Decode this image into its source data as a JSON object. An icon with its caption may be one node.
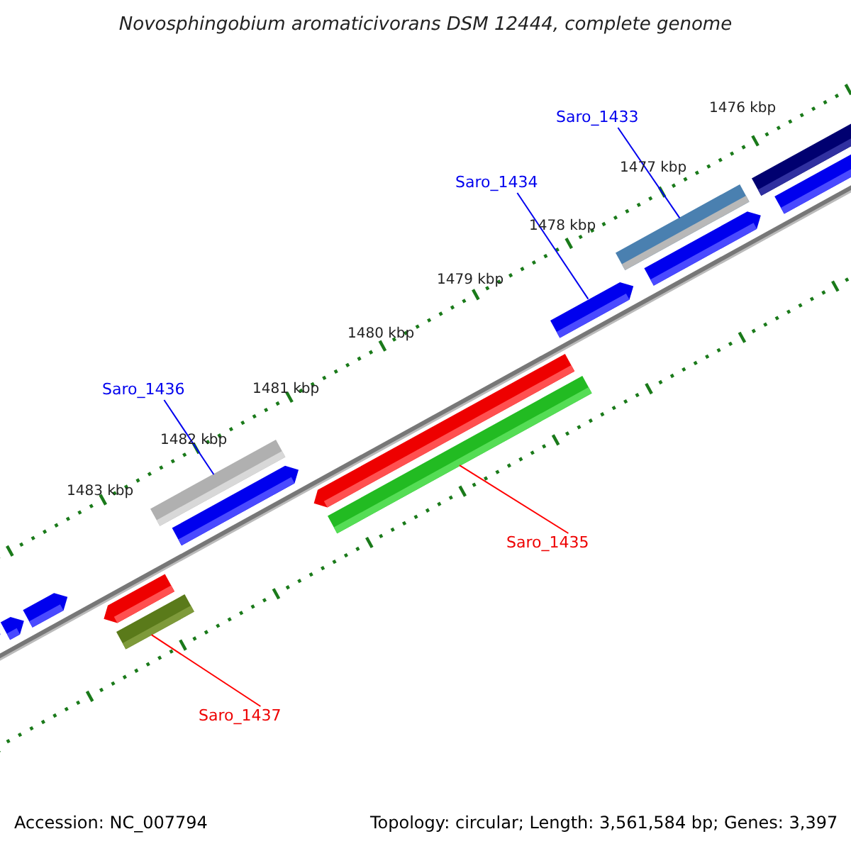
{
  "diagram": {
    "title": "Novosphingobium aromaticivorans DSM 12444, complete genome",
    "nodes": [
      {
        "text": [
          "Saro_1433"
        ]
      },
      {
        "text": [],
        "shape": "bar"
      },
      {
        "text": [
          "Saro_1434"
        ]
      },
      {
        "text": [],
        "shape": "bar"
      },
      {
        "text": [
          "Saro_1436"
        ]
      },
      {
        "text": [],
        "shape": "bar"
      },
      {
        "text": [
          "Saro_1435"
        ]
      },
      {
        "text": [],
        "shape": "bar"
      },
      {
        "text": [
          "Saro_1437"
        ]
      },
      {
        "text": [],
        "shape": "bar"
      }
    ],
    "edges": [
      {
        "from": 0,
        "to": 1,
        "arrow": "none"
      },
      {
        "from": 2,
        "to": 3,
        "arrow": "none"
      },
      {
        "from": 4,
        "to": 5,
        "arrow": "none"
      },
      {
        "from": 6,
        "to": 7,
        "arrow": "none",
        "color": "#ff0000"
      },
      {
        "from": 8,
        "to": 9,
        "arrow": "none",
        "color": "#ff0000"
      }
    ],
    "labels": [
      "1476 kbp",
      "1477 kbp",
      "1478 kbp",
      "1479 kbp",
      "1480 kbp",
      "1481 kbp",
      "1482 kbp",
      "1483 kbp",
      "Accession: NC_007794",
      "Topology: circular; Length: 3,561,584 bp; Genes: 3,397"
    ]
  }
}
